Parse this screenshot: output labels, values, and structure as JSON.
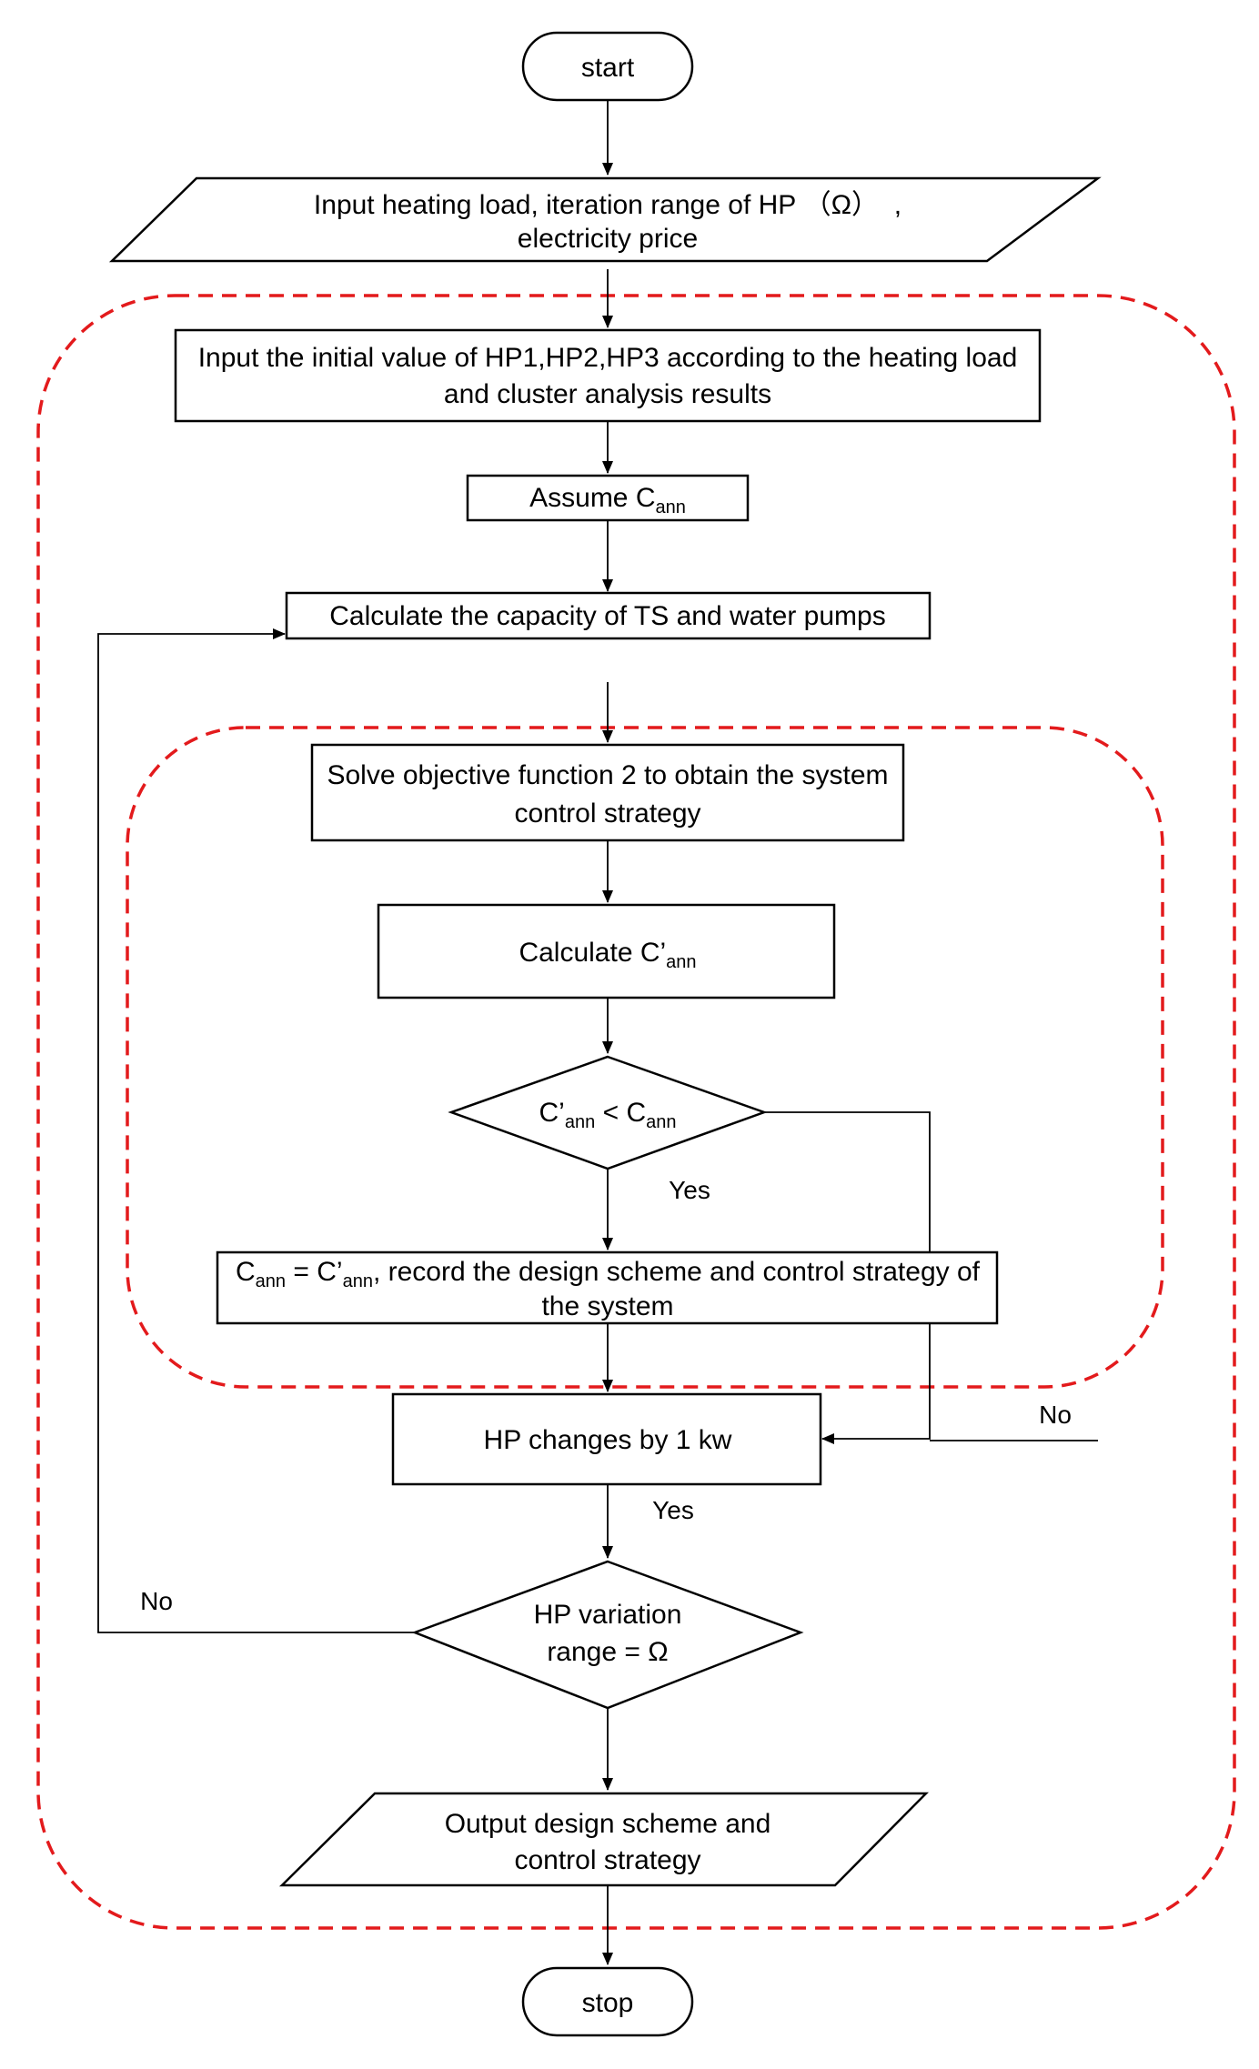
{
  "nodes": {
    "start": "start",
    "input_params_line1": "Input heating load, iteration range of HP （Ω）  ,",
    "input_params_line2": "electricity price",
    "init_value_line1": "Input the initial value of HP1,HP2,HP3 according to the heating load",
    "init_value_line2": "and cluster analysis results",
    "assume_main": "Assume C",
    "assume_sub": "ann",
    "calc_capacity": "Calculate the capacity of TS and water pumps",
    "solve_line1": "Solve objective function 2 to obtain the system",
    "solve_line2": "control strategy",
    "calc_c_main": "Calculate C’",
    "calc_c_sub": "ann",
    "compare_a": "C’",
    "compare_a_sub": "ann",
    "compare_op": " < ",
    "compare_b": "C",
    "compare_b_sub": "ann",
    "record_p1": "C",
    "record_sub1": "ann",
    "record_p2": " = C’",
    "record_sub2": "ann",
    "record_p3": ", record the design scheme and control strategy of",
    "record_line2": "the system",
    "hp_change": "HP changes by 1 kw",
    "hp_range_line1": "HP variation",
    "hp_range_line2": "range = Ω",
    "output_line1": "Output design scheme and",
    "output_line2": "control strategy",
    "stop": "stop"
  },
  "edge_labels": {
    "yes_compare": "Yes",
    "no_compare": "No",
    "yes_hp_change": "Yes",
    "no_hp_range": "No"
  },
  "colors": {
    "group_border": "#e31a1c",
    "line": "#000000"
  }
}
